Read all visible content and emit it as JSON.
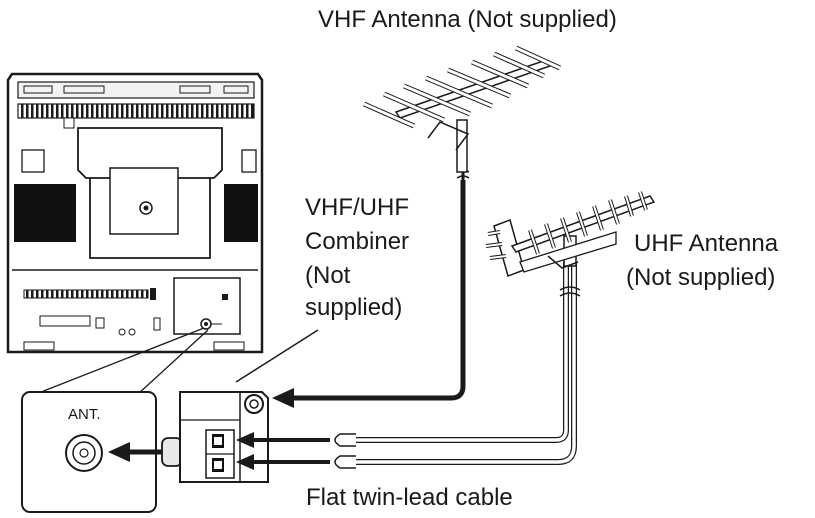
{
  "labels": {
    "vhf_antenna": "VHF Antenna (Not supplied)",
    "combiner": [
      "VHF/UHF",
      "Combiner",
      "(Not",
      "supplied)"
    ],
    "uhf_antenna": [
      "UHF Antenna",
      "(Not supplied)"
    ],
    "ant_jack": "ANT.",
    "cable": "Flat twin-lead cable"
  },
  "colors": {
    "line": "#1a1a1a",
    "panel": "#ffffff",
    "dark_fill": "#111111",
    "light_fill": "#e8e8e8",
    "mid_fill": "#bcbcbc"
  }
}
